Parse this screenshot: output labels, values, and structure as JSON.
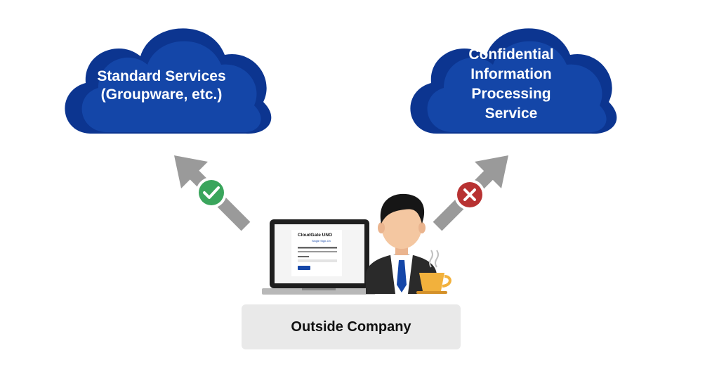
{
  "clouds": [
    {
      "lines": [
        "Standard Services",
        "(Groupware, etc.)"
      ],
      "access": "allowed"
    },
    {
      "lines": [
        "Confidential",
        "Information",
        "Processing",
        "Service"
      ],
      "access": "denied"
    }
  ],
  "location": {
    "label": "Outside Company"
  },
  "laptop": {
    "screen_title": "CloudGate UNO",
    "screen_subtitle": "Single Sign-On"
  },
  "icons": {
    "allowed": "check-circle-icon",
    "denied": "x-circle-icon"
  },
  "colors": {
    "cloud_primary": "#1446a8",
    "cloud_dark": "#0c3590",
    "arrow": "#9a9a9a",
    "check": "#3aa55c",
    "cross": "#c0392b",
    "box": "#e9e9e9"
  }
}
